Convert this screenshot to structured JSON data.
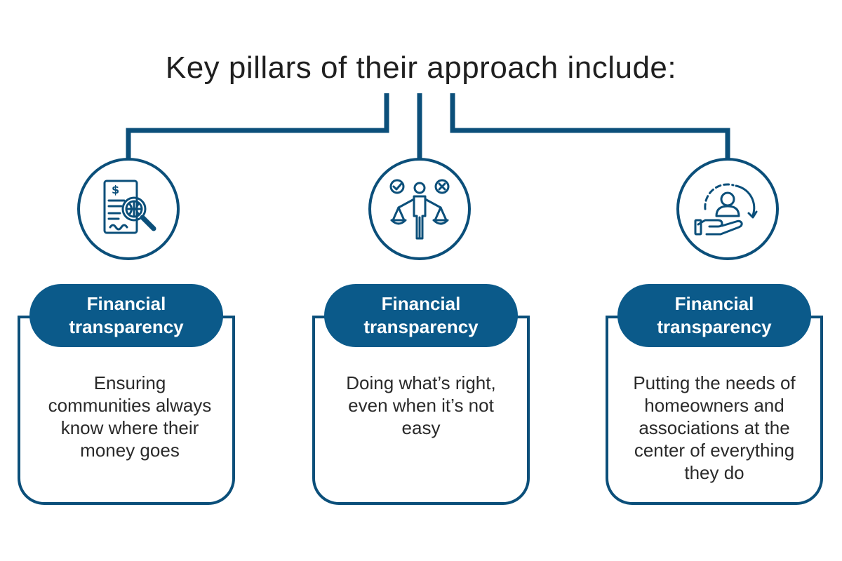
{
  "header": {
    "title": "Key pillars of their approach include:"
  },
  "colors": {
    "primary": "#0b4f7a",
    "pill": "#0b5a8a",
    "text": "#2a2a2a",
    "background": "#ffffff"
  },
  "pillars": [
    {
      "icon": "financial-document-magnifier-icon",
      "heading_line1": "Financial",
      "heading_line2": "transparency",
      "description": [
        "Ensuring",
        "communities always",
        "know where their",
        "money goes"
      ]
    },
    {
      "icon": "person-balance-scale-icon",
      "heading_line1": "Financial",
      "heading_line2": "transparency",
      "description": [
        "Doing what’s right,",
        "even when it’s not",
        "easy"
      ]
    },
    {
      "icon": "hand-person-cycle-icon",
      "heading_line1": "Financial",
      "heading_line2": "transparency",
      "description": [
        "Putting the needs of",
        "homeowners and",
        "associations at the",
        "center of everything",
        "they do"
      ]
    }
  ]
}
